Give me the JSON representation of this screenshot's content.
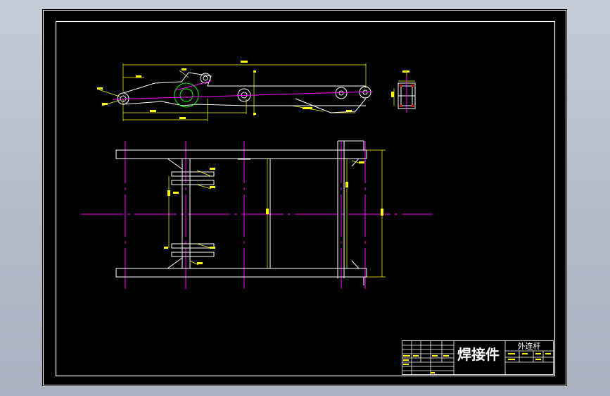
{
  "colors": {
    "background": "#000000",
    "frame": "#ffffff",
    "part_outline": "#ffffff",
    "dimension": "#ffff00",
    "centerline": "#ff00ff",
    "hidden_circle": "#00ff00",
    "title_text": "#ffffff"
  },
  "title_block": {
    "category": "焊接件",
    "part_name": "外连杆"
  },
  "drawing_views": [
    "top-view-linkage",
    "side-detail",
    "front-view-frame"
  ]
}
